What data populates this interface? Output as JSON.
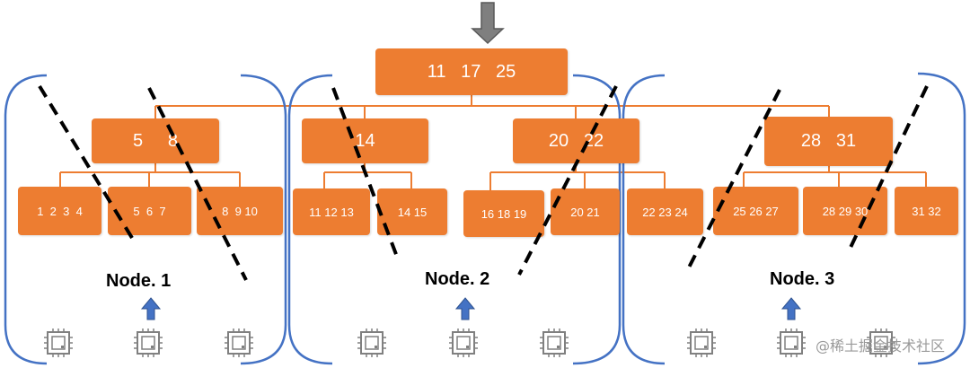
{
  "root": {
    "keys": "11   17   25"
  },
  "internal": [
    {
      "id": "n5-8",
      "keys": "5     8"
    },
    {
      "id": "n14",
      "keys": "14"
    },
    {
      "id": "n20-22",
      "keys": "20   22"
    },
    {
      "id": "n28-31",
      "keys": "28   31"
    }
  ],
  "leaves": [
    {
      "id": "l1",
      "keys": "1  2  3  4"
    },
    {
      "id": "l2",
      "keys": "5  6  7"
    },
    {
      "id": "l3",
      "keys": "8  9 10"
    },
    {
      "id": "l4",
      "keys": "11 12 13"
    },
    {
      "id": "l5",
      "keys": "14 15"
    },
    {
      "id": "l6",
      "keys": "16 18 19"
    },
    {
      "id": "l7",
      "keys": "20 21"
    },
    {
      "id": "l8",
      "keys": "22 23 24"
    },
    {
      "id": "l9",
      "keys": "25 26 27"
    },
    {
      "id": "l10",
      "keys": "28 29 30"
    },
    {
      "id": "l11",
      "keys": "31 32"
    }
  ],
  "nodes": [
    {
      "label": "Node. 1"
    },
    {
      "label": "Node. 2"
    },
    {
      "label": "Node. 3"
    }
  ],
  "icons": [
    "down-arrow-icon",
    "up-arrow-icon",
    "cpu-chip-icon"
  ],
  "colors": {
    "box": "#ed7d31",
    "line": "#ed7d31",
    "bracket": "#4472c4",
    "arrow_blue": "#4472c4",
    "arrow_gray": "#7f7f7f",
    "dash": "#000000"
  },
  "watermark": "@稀土掘金技术社区"
}
